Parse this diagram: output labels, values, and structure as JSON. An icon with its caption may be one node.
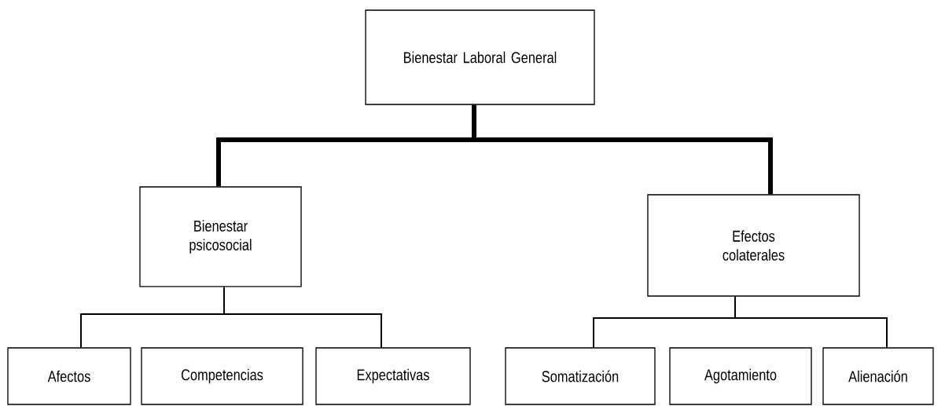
{
  "diagram": {
    "nodes": [
      {
        "text": [
          "Bienestar Laboral General"
        ]
      },
      {
        "text": [
          "Bienestar psicosocial"
        ]
      },
      {
        "text": [
          "Efectos colaterales"
        ]
      },
      {
        "text": [
          "Afectos"
        ]
      },
      {
        "text": [
          "Competencias"
        ]
      },
      {
        "text": [
          "Expectativas"
        ]
      },
      {
        "text": [
          "Somatización"
        ]
      },
      {
        "text": [
          "Agotamiento"
        ]
      },
      {
        "text": [
          "Alienación"
        ]
      }
    ],
    "edges": [
      {
        "from": 0,
        "to": 1,
        "arrow": "none",
        "style": "thick"
      },
      {
        "from": 0,
        "to": 2,
        "arrow": "none",
        "style": "thick"
      },
      {
        "from": 1,
        "to": 3,
        "arrow": "none"
      },
      {
        "from": 1,
        "to": 5,
        "arrow": "none"
      },
      {
        "from": 2,
        "to": 6,
        "arrow": "none"
      },
      {
        "from": 2,
        "to": 8,
        "arrow": "none"
      }
    ]
  }
}
